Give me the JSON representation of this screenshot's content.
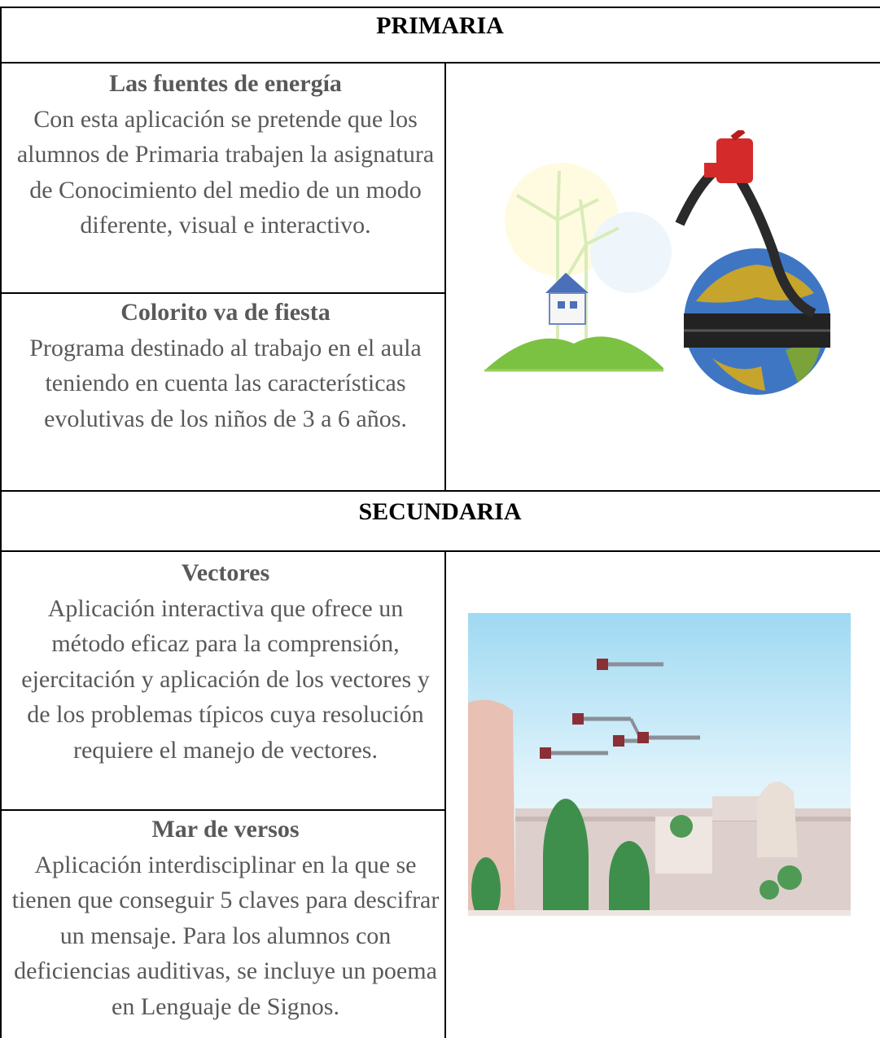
{
  "primaria": {
    "header": "PRIMARIA",
    "items": [
      {
        "title": "Las fuentes de energía",
        "description": "Con esta aplicación se pretende que los alumnos de Primaria trabajen la asignatura de Conocimiento del medio de un modo diferente, visual e interactivo."
      },
      {
        "title": "Colorito va de fiesta",
        "description": "Programa destinado al trabajo en el aula teniendo en cuenta las características evolutivas de los niños de 3 a 6 años."
      }
    ]
  },
  "secundaria": {
    "header": "SECUNDARIA",
    "items": [
      {
        "title": "Vectores",
        "description": "Aplicación interactiva que ofrece un método eficaz para la comprensión, ejercitación y aplicación de los vectores y de los problemas típicos cuya resolución requiere el manejo de vectores."
      },
      {
        "title": "Mar de versos",
        "description": "Aplicación interdisciplinar en la que se tienen que conseguir 5 claves para descifrar un mensaje. Para los alumnos con deficiencias auditivas, se incluye un poema en Lenguaje de Signos."
      }
    ]
  }
}
